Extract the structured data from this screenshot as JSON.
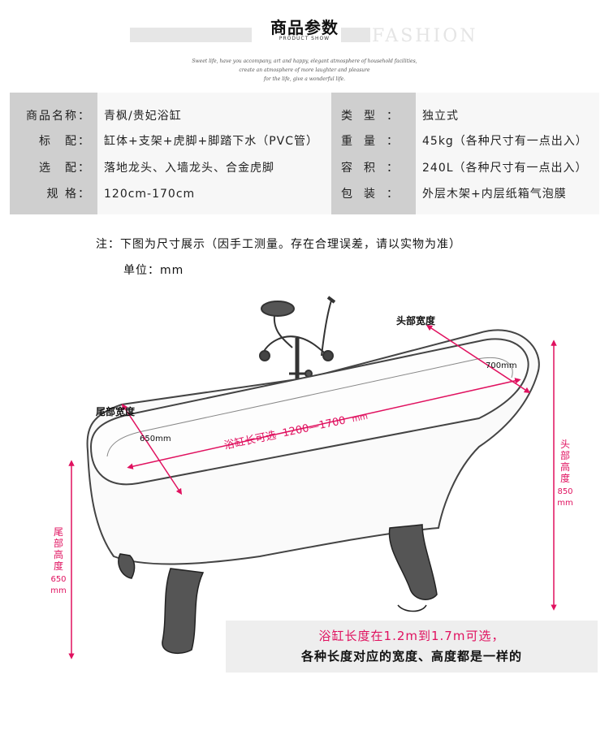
{
  "header": {
    "title": "商品参数",
    "subtitle": "PRODUCT SHOW",
    "watermark": "FASHION",
    "slogan": [
      "Sweet life, have you accompany, art and happy, elegant atmosphere of household facilities,",
      "create an atmosphere of more laughter and pleasure",
      "for the life, give a wonderful life."
    ]
  },
  "specs": [
    {
      "label_a": "商品名称：",
      "value_a": "青枫/贵妃浴缸",
      "label_b": "类型：",
      "value_b": "独立式"
    },
    {
      "label_a": "标　配：",
      "value_a": "缸体+支架+虎脚+脚踏下水（PVC管）",
      "label_b": "重量：",
      "value_b": "45kg（各种尺寸有一点出入）"
    },
    {
      "label_a": "选　配：",
      "value_a": "落地龙头、入墙龙头、合金虎脚",
      "label_b": "容积：",
      "value_b": "240L（各种尺寸有一点出入）"
    },
    {
      "label_a": "规 格：",
      "value_a": "120cm-170cm",
      "label_b": "包装：",
      "value_b": "外层木架+内层纸箱气泡膜"
    }
  ],
  "notes": {
    "note": "注：下图为尺寸展示（因手工测量。存在合理误差，请以实物为准）",
    "unit": "单位：mm"
  },
  "diagram": {
    "head_width_label": "头部宽度",
    "head_width_value": "700mm",
    "tail_width_label": "尾部宽度",
    "tail_width_value": "650mm",
    "length_label": "浴缸长可选",
    "length_value": "1200—1700",
    "length_unit": "mm",
    "head_height_label": "头部高度",
    "head_height_value": "850",
    "head_height_unit": "mm",
    "tail_height_label": "尾部高度",
    "tail_height_value": "650",
    "tail_height_unit": "mm",
    "accent_color": "#e0115f"
  },
  "bottom_note": {
    "line1": "浴缸长度在1.2m到1.7m可选，",
    "line2": "各种长度对应的宽度、高度都是一样的"
  }
}
